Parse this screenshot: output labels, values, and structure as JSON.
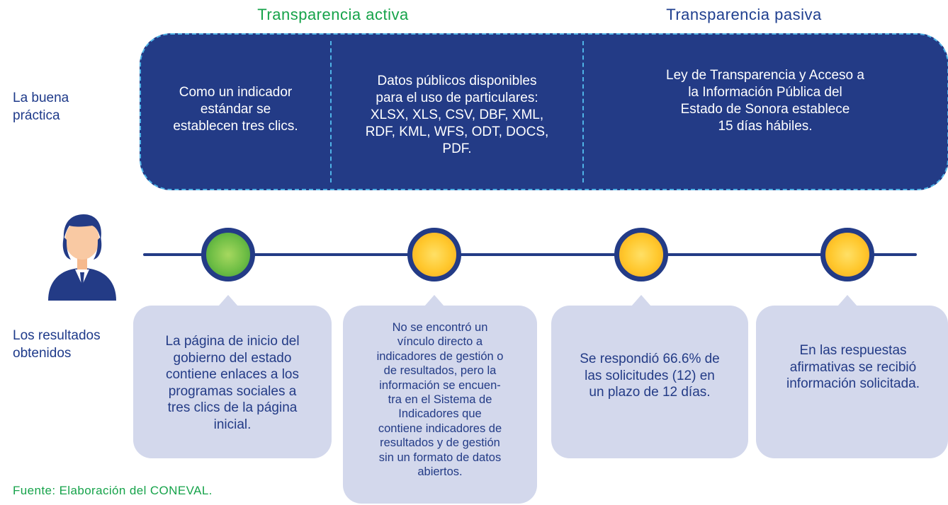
{
  "headers": {
    "active": "Transparencia activa",
    "passive": "Transparencia pasiva"
  },
  "rows": {
    "practice_label": [
      "La buena",
      "práctica"
    ],
    "results_label": [
      "Los resultados",
      "obtenidos"
    ]
  },
  "practice": [
    [
      "Como un indicador",
      "estándar se",
      "establecen tres clics."
    ],
    [
      "Datos públicos disponibles",
      "para el uso de particulares:",
      "XLSX, XLS, CSV, DBF, XML,",
      "RDF, KML, WFS, ODT, DOCS,",
      "PDF."
    ],
    [
      "Ley de Transparencia y Acceso a",
      "la Información Pública del",
      "Estado de Sonora establece",
      "15 días hábiles."
    ]
  ],
  "nodes": [
    {
      "status": "green"
    },
    {
      "status": "yellow"
    },
    {
      "status": "yellow"
    },
    {
      "status": "yellow"
    }
  ],
  "results": [
    [
      "La página de inicio del",
      "gobierno del estado",
      "contiene enlaces a los",
      "programas sociales a",
      "tres clics de la página",
      "inicial."
    ],
    [
      "No se encontró un",
      "vínculo directo a",
      "indicadores de gestión o",
      "de resultados, pero la",
      "información se encuen-",
      "tra en el Sistema de",
      "Indicadores que",
      "contiene indicadores de",
      "resultados y de gestión",
      "sin un formato de datos",
      "abiertos."
    ],
    [
      "Se respondió 66.6% de",
      "las solicitudes (12) en",
      "un plazo de 12 días."
    ],
    [
      "En las respuestas",
      "afirmativas se recibió",
      "información solicitada."
    ]
  ],
  "colors": {
    "navy": "#233b86",
    "dash": "#4fb3e6",
    "green_text": "#16a34a",
    "bubble": "#d3d8ec"
  },
  "icons": {
    "person": "person-icon"
  },
  "source": "Fuente: Elaboración del CONEVAL."
}
